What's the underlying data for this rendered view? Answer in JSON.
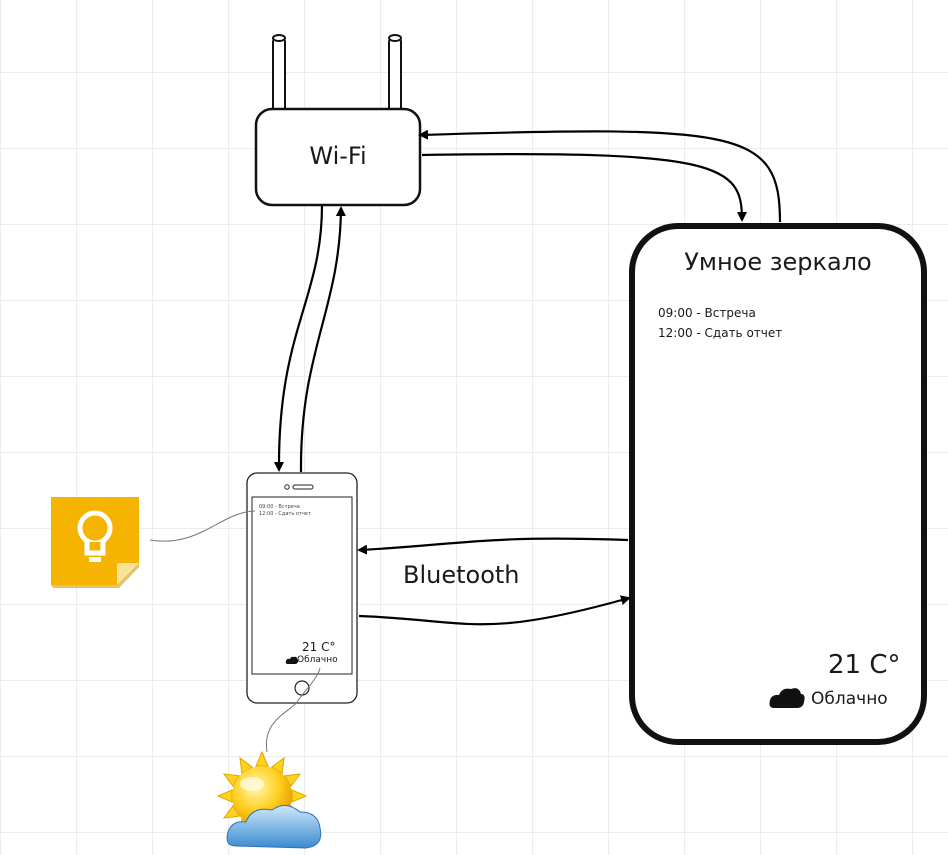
{
  "router": {
    "label": "Wi-Fi"
  },
  "mirror": {
    "title": "Умное зеркало",
    "events": [
      "09:00 - Встреча",
      "12:00 - Сдать отчет"
    ],
    "temperature": "21 C°",
    "condition": "Облачно"
  },
  "phone": {
    "events": [
      "09:00 - Встреча",
      "12:00 - Сдать отчет"
    ],
    "temperature": "21 C°",
    "condition": "Облачно"
  },
  "connection": {
    "bluetooth_label": "Bluetooth"
  },
  "icons": {
    "notes_app": "lightbulb-note-icon",
    "weather_app": "sun-cloud-icon",
    "cloud": "cloud-icon"
  },
  "colors": {
    "note_yellow": "#f4b400",
    "sun_yellow": "#ffd21f",
    "cloud_blue": "#5aa6e0"
  }
}
